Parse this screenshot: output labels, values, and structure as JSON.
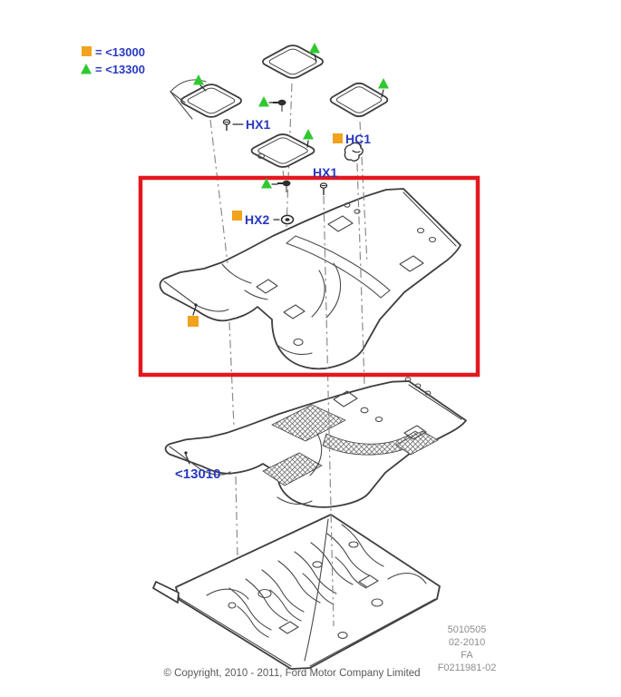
{
  "legend": {
    "square_label": "= <13000",
    "triangle_label": "= <13300"
  },
  "callouts": {
    "hx1_top": "HX1",
    "hc1": "HC1",
    "hx1_mid": "HX1",
    "hx2": "HX2",
    "part_lower": "<13010"
  },
  "footer": {
    "ref": {
      "line1": "5010505",
      "line2": "02-2010",
      "line3": "FA",
      "line4": "F0211981-02"
    },
    "copyright": "© Copyright, 2010 - 2011, Ford Motor Company Limited"
  },
  "colors": {
    "label_blue": "#2839c0",
    "marker_orange": "#f0a31d",
    "marker_green": "#2fc92f",
    "highlight_red": "#e3181e",
    "line_dark": "#3e3e3e",
    "leader_gray": "#8c8c8c",
    "ref_gray": "#8e8e8e",
    "copyright_gray": "#5a5a5a"
  }
}
